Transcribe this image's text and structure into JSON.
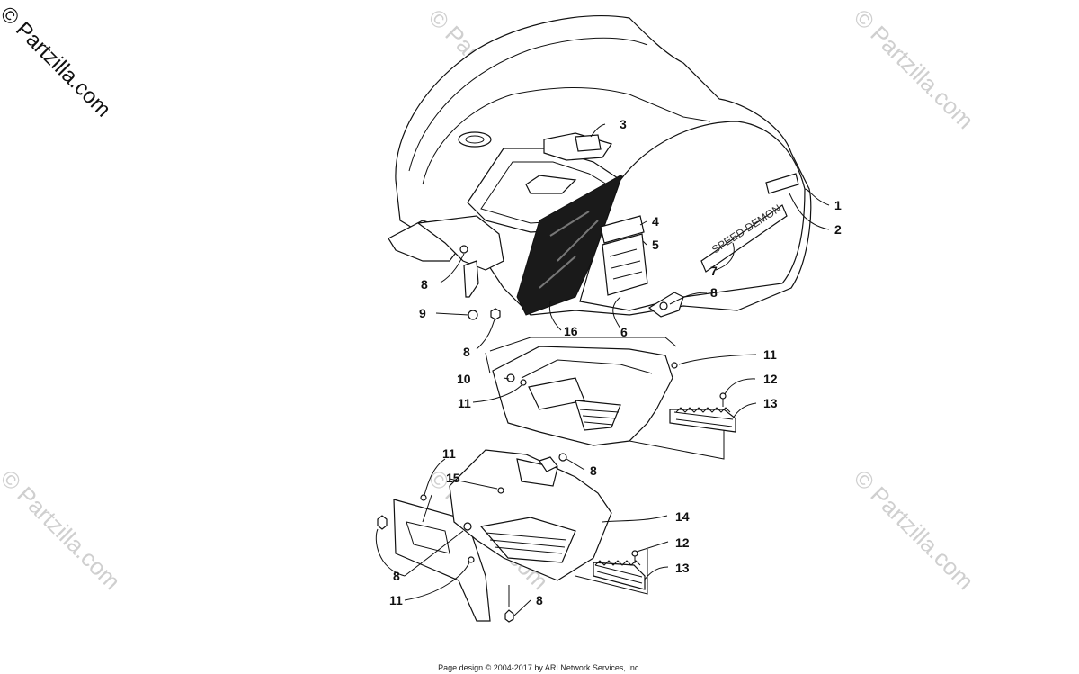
{
  "watermarks": {
    "main": "© Partzilla.com",
    "repeat": "© Partzilla.com"
  },
  "footer": "Page design © 2004-2017 by ARI Network Services, Inc.",
  "callouts": [
    {
      "id": "1",
      "label": "1"
    },
    {
      "id": "2",
      "label": "2"
    },
    {
      "id": "3",
      "label": "3"
    },
    {
      "id": "4",
      "label": "4"
    },
    {
      "id": "5",
      "label": "5"
    },
    {
      "id": "6",
      "label": "6"
    },
    {
      "id": "7",
      "label": "7"
    },
    {
      "id": "8a",
      "label": "8"
    },
    {
      "id": "8b",
      "label": "8"
    },
    {
      "id": "8c",
      "label": "8"
    },
    {
      "id": "9",
      "label": "9"
    },
    {
      "id": "16",
      "label": "16"
    },
    {
      "id": "10",
      "label": "10"
    },
    {
      "id": "11a",
      "label": "11"
    },
    {
      "id": "11b",
      "label": "11"
    },
    {
      "id": "12a",
      "label": "12"
    },
    {
      "id": "13a",
      "label": "13"
    },
    {
      "id": "11c",
      "label": "11"
    },
    {
      "id": "15",
      "label": "15"
    },
    {
      "id": "8d",
      "label": "8"
    },
    {
      "id": "14",
      "label": "14"
    },
    {
      "id": "12b",
      "label": "12"
    },
    {
      "id": "13b",
      "label": "13"
    },
    {
      "id": "8e",
      "label": "8"
    },
    {
      "id": "11d",
      "label": "11"
    },
    {
      "id": "8f",
      "label": "8"
    }
  ]
}
